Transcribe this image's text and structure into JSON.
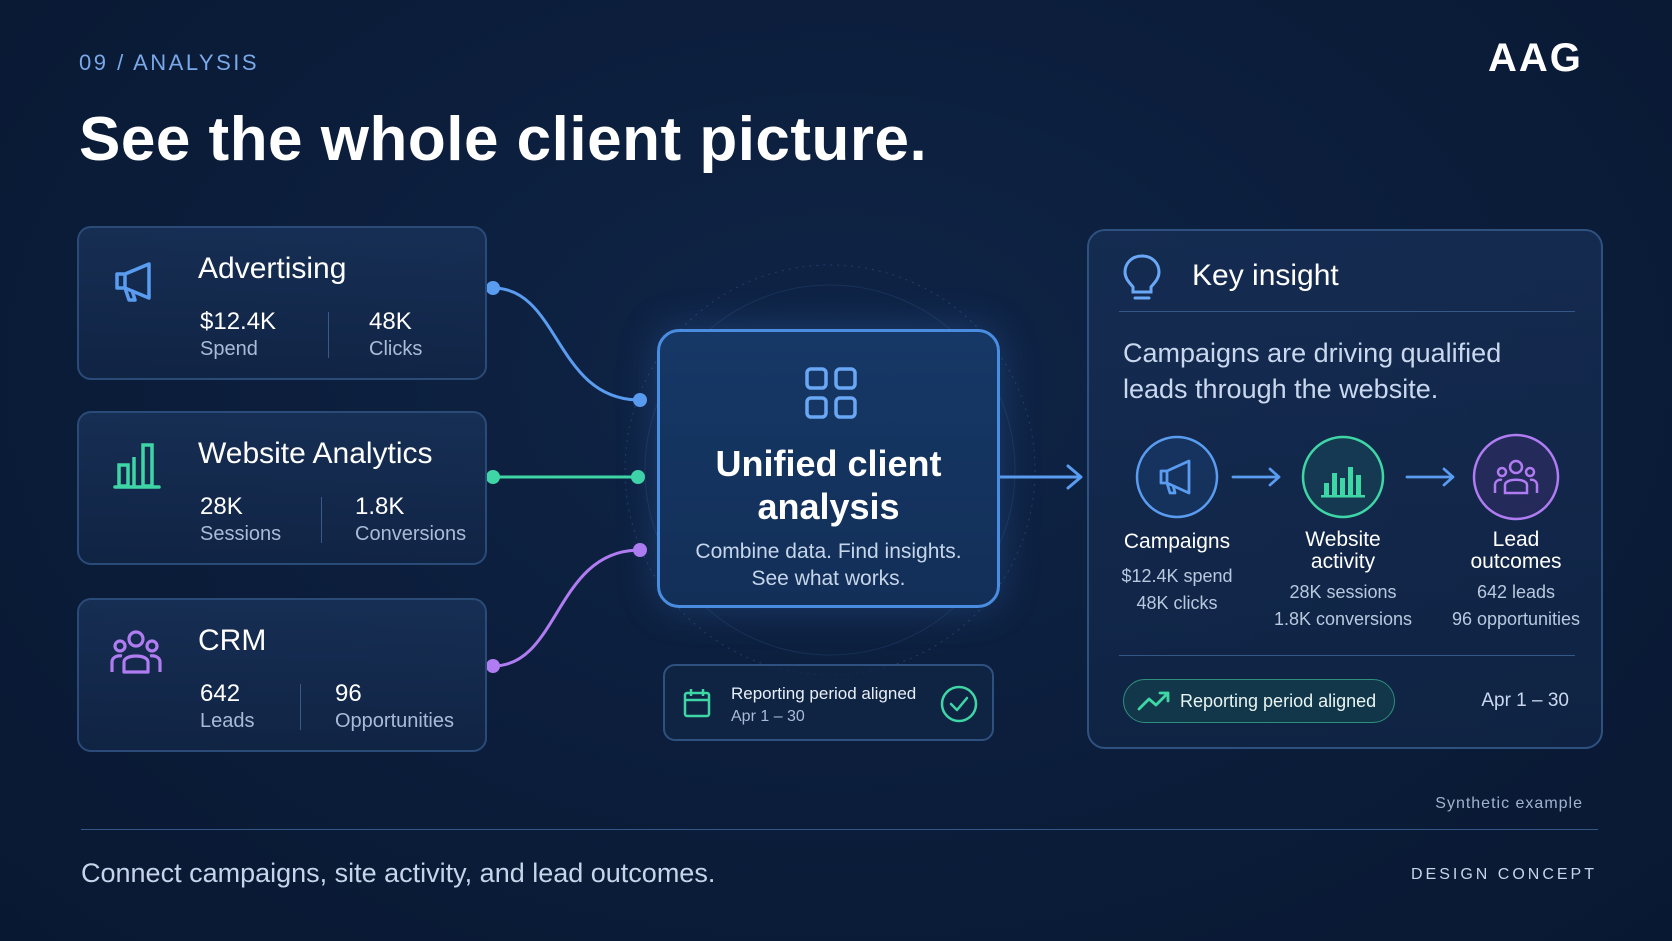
{
  "header": {
    "section_label": "09 / ANALYSIS",
    "logo": "AAG",
    "title": "See the whole client picture."
  },
  "sources": [
    {
      "title": "Advertising",
      "icon": "megaphone-icon",
      "color": "#5a9cf0",
      "metrics": [
        {
          "value": "$12.4K",
          "label": "Spend"
        },
        {
          "value": "48K",
          "label": "Clicks"
        }
      ]
    },
    {
      "title": "Website Analytics",
      "icon": "bar-chart-icon",
      "color": "#3fd6a6",
      "metrics": [
        {
          "value": "28K",
          "label": "Sessions"
        },
        {
          "value": "1.8K",
          "label": "Conversions"
        }
      ]
    },
    {
      "title": "CRM",
      "icon": "people-icon",
      "color": "#b07cf2",
      "metrics": [
        {
          "value": "642",
          "label": "Leads"
        },
        {
          "value": "96",
          "label": "Opportunities"
        }
      ]
    }
  ],
  "center": {
    "icon": "grid-icon",
    "title_line1": "Unified client",
    "title_line2": "analysis",
    "subtitle_line1": "Combine data. Find insights.",
    "subtitle_line2": "See what works."
  },
  "period": {
    "label": "Reporting period aligned",
    "range": "Apr 1 – 30"
  },
  "insight": {
    "title": "Key insight",
    "body": "Campaigns are driving qualified leads through the website.",
    "steps": [
      {
        "label_line1": "Campaigns",
        "label_line2": "",
        "detail_line1": "$12.4K spend",
        "detail_line2": "48K clicks",
        "color": "#5a9cf0"
      },
      {
        "label_line1": "Website",
        "label_line2": "activity",
        "detail_line1": "28K sessions",
        "detail_line2": "1.8K conversions",
        "color": "#3fd6a6"
      },
      {
        "label_line1": "Lead",
        "label_line2": "outcomes",
        "detail_line1": "642 leads",
        "detail_line2": "96 opportunities",
        "color": "#b07cf2"
      }
    ],
    "pill_label": "Reporting period aligned",
    "date": "Apr 1 – 30"
  },
  "footer": {
    "note": "Synthetic example",
    "tagline": "Connect campaigns, site activity, and lead outcomes.",
    "label": "DESIGN CONCEPT"
  }
}
